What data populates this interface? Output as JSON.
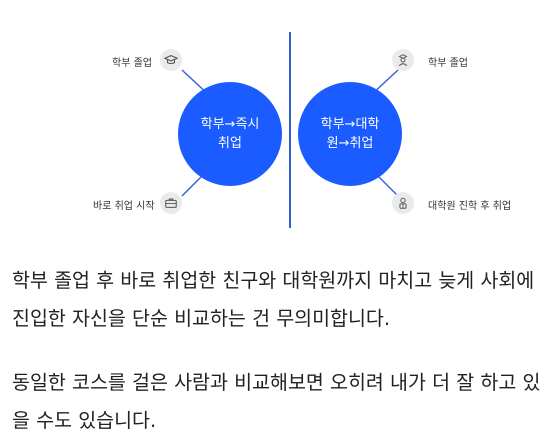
{
  "diagram": {
    "left_center": "학부→즉시\n취업",
    "right_center": "학부→대학\n원→취업",
    "left_top_label": "학부 졸업",
    "left_bottom_label": "바로 취업 시작",
    "right_top_label": "학부 졸업",
    "right_bottom_label": "대학원 진학 후 취업",
    "icons": {
      "left_top": "graduation-cap-icon",
      "left_bottom": "briefcase-icon",
      "right_top": "graduate-person-icon",
      "right_bottom": "scholar-icon"
    },
    "colors": {
      "accent": "#1a5cff",
      "divider": "#2f5fd0",
      "icon_bg": "#e9eaec"
    }
  },
  "article": {
    "paragraph1": "학부 졸업 후 바로 취업한 친구와 대학원까지 마치고 늦게 사회에 진입한 자신을 단순 비교하는 건 무의미합니다.",
    "paragraph2": "동일한 코스를 걸은 사람과 비교해보면 오히려 내가 더 잘 하고 있을 수도 있습니다."
  }
}
